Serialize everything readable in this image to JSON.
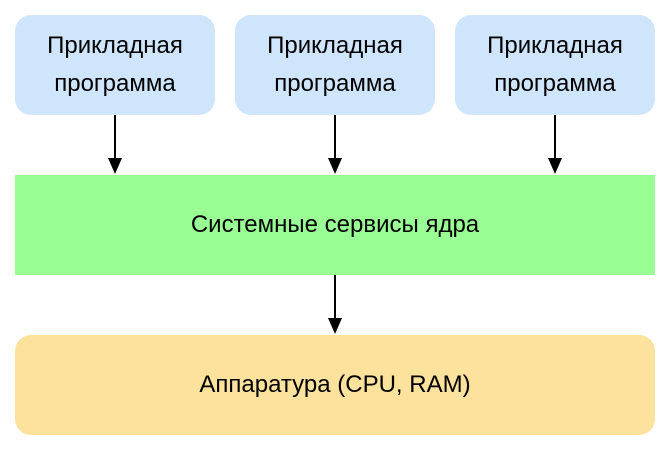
{
  "diagram": {
    "applications": [
      {
        "label": "Прикладная программа"
      },
      {
        "label": "Прикладная программа"
      },
      {
        "label": "Прикладная программа"
      }
    ],
    "kernel": {
      "label": "Системные сервисы ядра"
    },
    "hardware": {
      "label": "Аппаратура (CPU, RAM)"
    },
    "colors": {
      "application_fill": "#cfe5fc",
      "kernel_fill": "#99fe94",
      "hardware_fill": "#fde29e",
      "arrow": "#000000"
    }
  }
}
